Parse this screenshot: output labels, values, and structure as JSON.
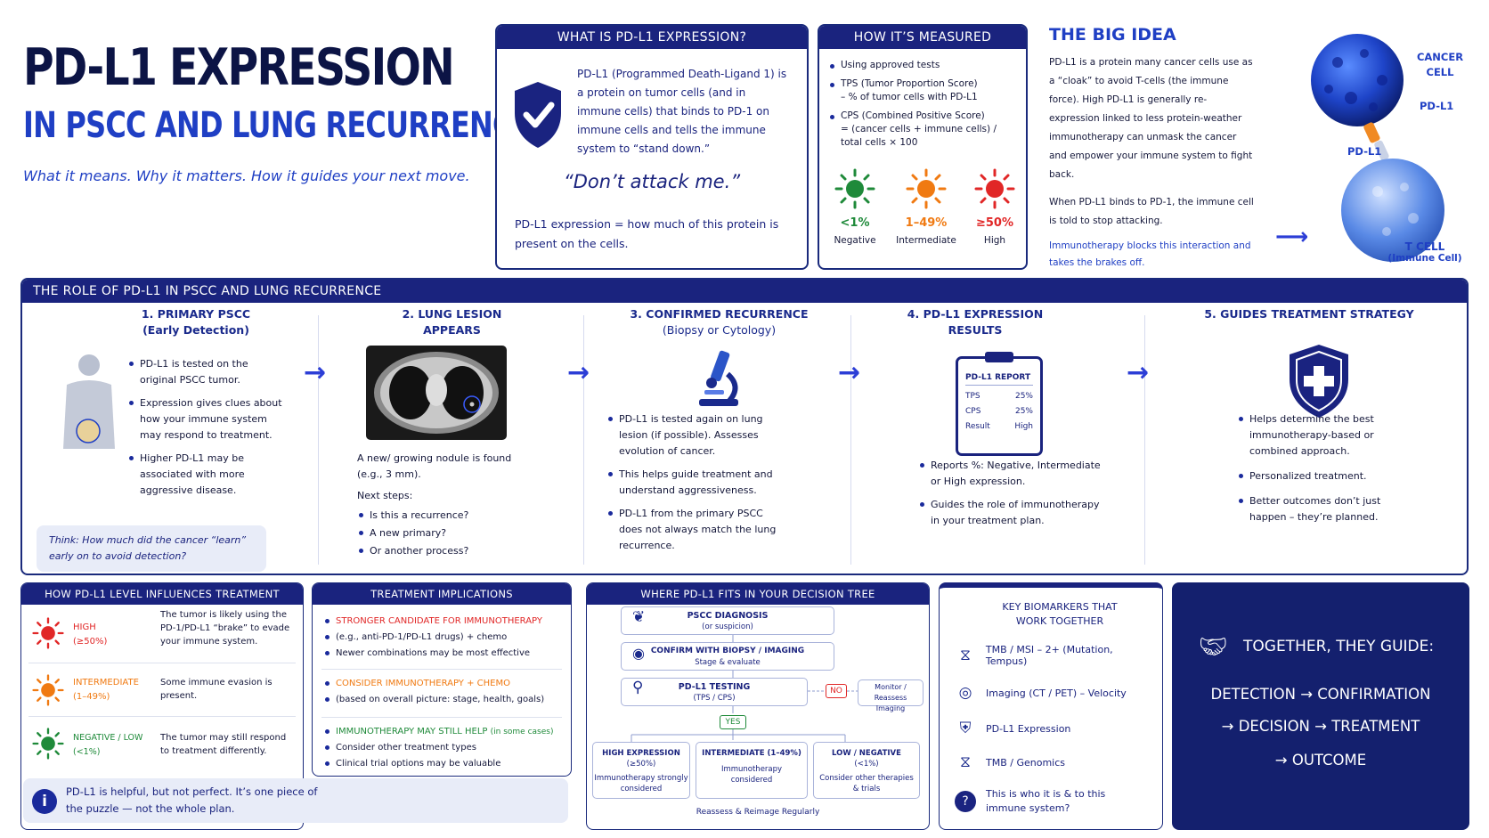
{
  "hero": {
    "title1": "PD-L1 EXPRESSION",
    "title2": "IN PSCC AND LUNG RECURRENCE",
    "tagline": "What it means. Why it matters. How it guides your next move."
  },
  "what": {
    "header": "WHAT IS PD-L1 EXPRESSION?",
    "body": "PD-L1 (Programmed Death-Ligand 1) is a protein on tumor cells (and in immune cells) that binds to PD-1 on immune cells and tells the immune system to “stand down.”",
    "quote": "“Don’t attack me.”",
    "footer": "PD-L1 expression = how much of this protein is present on the cells."
  },
  "measured": {
    "header": "HOW IT’S MEASURED",
    "items": [
      "Using approved tests",
      "TPS (Tumor Proportion Score)",
      "CPS (Combined Positive Score)"
    ],
    "tps_sub": "– % of tumor cells with PD-L1",
    "cps_sub": "= (cancer cells + immune cells) / total cells × 100",
    "levels": [
      {
        "value": "<1%",
        "label": "Negative",
        "color": "#1f8a3a"
      },
      {
        "value": "1–49%",
        "label": "Intermediate",
        "color": "#f07a12"
      },
      {
        "value": "≥50%",
        "label": "High",
        "color": "#e12727"
      }
    ]
  },
  "bigidea": {
    "title": "THE BIG IDEA",
    "p1": "PD-L1 is a protein many cancer cells use as a “cloak” to avoid T-cells (the immune force). High PD-L1 is generally re-expression linked to less protein-weather immunotherapy can unmask the cancer and empower your immune system to fight back.",
    "p2": "When PD-L1 binds to PD-1, the immune cell is told to stop attacking.",
    "p3": "Immunotherapy blocks this interaction and takes the brakes off.",
    "cancer_label": "CANCER CELL",
    "pdl1_label": "PD-L1",
    "pd1_label": "PD-L1",
    "tcell_label": "T CELL",
    "tcell_sub": "(Immune Cell)"
  },
  "role": {
    "header": "THE ROLE OF PD-L1 IN PSCC AND LUNG RECURRENCE",
    "steps": [
      {
        "title": "1. PRIMARY PSCC",
        "sub": "(Early Detection)",
        "bullets": [
          "PD-L1 is tested on the original PSCC tumor.",
          "Expression gives clues about how your immune system may respond to treatment.",
          "Higher PD-L1 may be associated with more aggressive disease."
        ]
      },
      {
        "title": "2. LUNG LESION",
        "sub": "APPEARS",
        "lead": "A new/ growing nodule is found (e.g., 3 mm).",
        "next": "Next steps:",
        "bullets": [
          "Is this a recurrence?",
          "A new primary?",
          "Or another process?"
        ]
      },
      {
        "title": "3. CONFIRMED RECURRENCE",
        "sub": "(Biopsy or Cytology)",
        "bullets": [
          "PD-L1 is tested again on lung lesion (if possible). Assesses evolution of cancer.",
          "This helps guide treatment and understand aggressiveness.",
          "PD-L1 from the primary PSCC does not always match the lung recurrence."
        ]
      },
      {
        "title": "4. PD-L1 EXPRESSION",
        "sub": "RESULTS",
        "bullets": [
          "Reports %: Negative, Intermediate or High expression.",
          "Guides the role of immunotherapy in your treatment plan."
        ]
      },
      {
        "title": "5. GUIDES TREATMENT STRATEGY",
        "sub": "",
        "bullets": [
          "Helps determine the best immunotherapy-based or combined approach.",
          "Personalized treatment.",
          "Better outcomes don’t just happen – they’re planned."
        ]
      }
    ],
    "think": "Think: How much did the cancer “learn” early on to avoid detection?",
    "report": {
      "title": "PD-L1 REPORT",
      "rows": [
        [
          "TPS",
          "25%"
        ],
        [
          "CPS",
          "25%"
        ],
        [
          "Result",
          "High"
        ]
      ]
    }
  },
  "influence": {
    "header": "HOW PD-L1 LEVEL INFLUENCES TREATMENT",
    "rows": [
      {
        "level": "HIGH",
        "range": "(≥50%)",
        "color": "#e12727",
        "text": "The tumor is likely using the PD-1/PD-L1 “brake” to evade your immune system."
      },
      {
        "level": "INTERMEDIATE",
        "range": "(1–49%)",
        "color": "#f07a12",
        "text": "Some immune evasion is present."
      },
      {
        "level": "NEGATIVE / LOW",
        "range": "(<1%)",
        "color": "#1f8a3a",
        "text": "The tumor may still respond to treatment differently."
      }
    ],
    "info": "PD-L1 is helpful, but not perfect. It’s one piece of the puzzle — not the whole plan."
  },
  "implications": {
    "header": "TREATMENT IMPLICATIONS",
    "groups": [
      {
        "title": "STRONGER CANDIDATE FOR IMMUNOTHERAPY",
        "color": "#e12727",
        "lines": [
          "(e.g., anti-PD-1/PD-L1 drugs) + chemo",
          "Newer combinations may be most effective"
        ]
      },
      {
        "title": "CONSIDER IMMUNOTHERAPY + CHEMO",
        "color": "#f07a12",
        "lines": [
          "(based on overall picture: stage, health, goals)"
        ]
      },
      {
        "title": "IMMUNOTHERAPY MAY STILL HELP",
        "title_sub": "(in some cases)",
        "color": "#1f8a3a",
        "lines": [
          "Consider other treatment types",
          "Clinical trial options may be valuable"
        ]
      }
    ]
  },
  "tree": {
    "header": "WHERE PD-L1 FITS IN YOUR DECISION TREE",
    "n1": "PSCC DIAGNOSIS",
    "n1s": "(or suspicion)",
    "n2": "CONFIRM WITH BIOPSY / IMAGING",
    "n2s": "Stage & evaluate",
    "n3": "PD-L1 TESTING",
    "n3s": "(TPS / CPS)",
    "no": "NO",
    "monitor": "Monitor / Reassess Imaging",
    "yes": "YES",
    "o1": "HIGH EXPRESSION",
    "o1r": "(≥50%)",
    "o1t": "Immunotherapy strongly considered",
    "o2": "INTERMEDIATE (1–49%)",
    "o2t": "Immunotherapy considered",
    "o3": "LOW / NEGATIVE",
    "o3r": "(<1%)",
    "o3t": "Consider other therapies & trials",
    "footer": "Reassess & Reimage Regularly"
  },
  "biomarkers": {
    "title": "KEY BIOMARKERS THAT WORK TOGETHER",
    "items": [
      {
        "icon": "dna-icon",
        "text": "TMB / MSI – 2+ (Mutation, Tempus)"
      },
      {
        "icon": "scanner-icon",
        "text": "Imaging (CT / PET) – Velocity"
      },
      {
        "icon": "shield-plus-icon",
        "text": "PD-L1 Expression"
      },
      {
        "icon": "dna-icon",
        "text": "TMB / Genomics"
      },
      {
        "icon": "question-icon",
        "text": "This is who it is & to this immune system?"
      }
    ]
  },
  "together": {
    "title": "TOGETHER, THEY GUIDE:",
    "l1": "DETECTION → CONFIRMATION",
    "l2": "→ DECISION → TREATMENT",
    "l3": "→ OUTCOME"
  }
}
